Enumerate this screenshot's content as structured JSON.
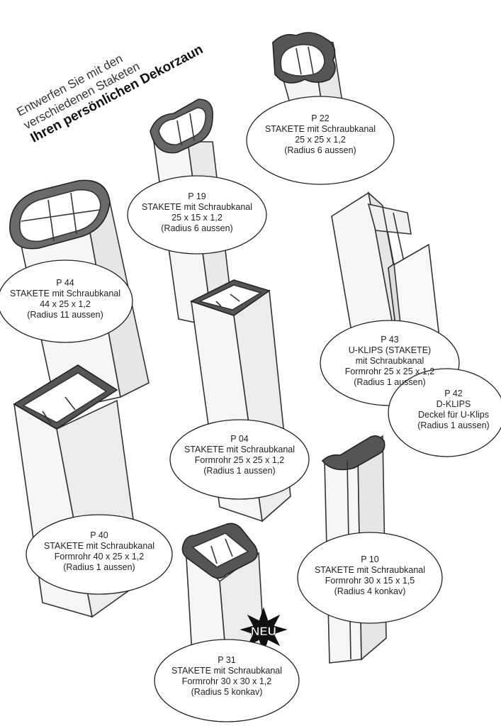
{
  "intro": {
    "line1": "Entwerfen Sie mit den",
    "line2": "verschiedenen Staketen",
    "line3": "Ihren persönlichen Dekorzaun"
  },
  "badge": "NEU",
  "products": {
    "p22": [
      "P 22",
      "STAKETE mit Schraubkanal",
      "25 x 25 x 1,2",
      "(Radius 6 aussen)"
    ],
    "p19": [
      "P 19",
      "STAKETE mit Schraubkanal",
      "25 x 15 x 1,2",
      "(Radius 6 aussen)"
    ],
    "p44": [
      "P 44",
      "STAKETE mit Schraubkanal",
      "44 x 25 x 1,2",
      "(Radius 11 aussen)"
    ],
    "p43": [
      "P 43",
      "U-KLIPS  (STAKETE)",
      "mit Schraubkanal",
      "Formrohr 25 x 25 x 1,2",
      "(Radius 1 aussen)"
    ],
    "p42": [
      "P 42",
      "D-KLIPS",
      "Deckel für U-Klips",
      "(Radius 1 aussen)"
    ],
    "p04": [
      "P 04",
      "STAKETE mit Schraubkanal",
      "Formrohr 25 x 25 x 1,2",
      "(Radius 1 aussen)"
    ],
    "p40": [
      "P 40",
      "STAKETE mit Schraubkanal",
      "Formrohr 40 x 25 x 1,2",
      "(Radius 1 aussen)"
    ],
    "p10": [
      "P 10",
      "STAKETE mit Schraubkanal",
      "Formrohr 30 x 15 x 1,5",
      "(Radius 4 konkav)"
    ],
    "p31": [
      "P 31",
      "STAKETE mit Schraubkanal",
      "Formrohr 30 x 30 x 1,2",
      "(Radius 5 konkav)"
    ]
  }
}
